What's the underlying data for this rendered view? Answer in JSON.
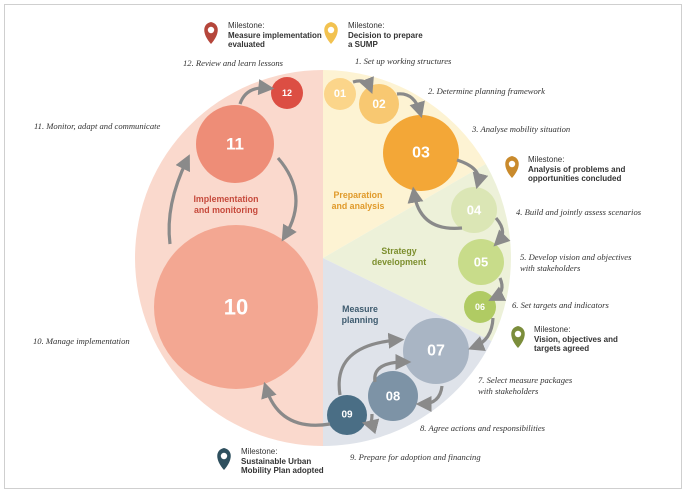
{
  "colors": {
    "prep_sector": "#fdf3d3",
    "strategy_sector": "#edf1d9",
    "measure_sector": "#dfe3ea",
    "impl_sector": "#fad9cd",
    "c01": "#fbd58a",
    "c02": "#f8c871",
    "c03": "#f3a737",
    "c04": "#dbe6b5",
    "c05": "#c8dc8a",
    "c06": "#b0cb63",
    "c07": "#a9b5c4",
    "c08": "#7d93a6",
    "c09": "#4a6e85",
    "c10": "#f3a792",
    "c11": "#ee8d77",
    "c12": "#dc4e43",
    "prep_text": "#e09a2a",
    "strategy_text": "#7d8f2e",
    "measure_text": "#3d5a6e",
    "impl_text": "#c64a3c",
    "pin_impl": "#b5463b",
    "pin_prep": "#f2c250",
    "pin_analysis": "#c98a2c",
    "pin_strategy": "#7b8d3b",
    "pin_measure": "#2e4f5e",
    "arrow": "#8a8a8a"
  },
  "phases": {
    "prep": "Preparation\nand analysis",
    "strategy": "Strategy\ndevelopment",
    "measure": "Measure\nplanning",
    "impl": "Implementation\nand monitoring"
  },
  "circles": {
    "c01": "01",
    "c02": "02",
    "c03": "03",
    "c04": "04",
    "c05": "05",
    "c06": "06",
    "c07": "07",
    "c08": "08",
    "c09": "09",
    "c10": "10",
    "c11": "11",
    "c12": "12"
  },
  "steps": {
    "s1": "1. Set up working structures",
    "s2": "2. Determine planning framework",
    "s3": "3. Analyse mobility situation",
    "s4": "4. Build and jointly assess scenarios",
    "s5": "5. Develop vision and objectives\nwith stakeholders",
    "s6": "6. Set targets and indicators",
    "s7": "7. Select measure packages\nwith stakeholders",
    "s8": "8. Agree actions and responsibilities",
    "s9": "9. Prepare for adoption and financing",
    "s10": "10. Manage implementation",
    "s11": "11. Monitor, adapt and communicate",
    "s12": "12. Review and learn lessons"
  },
  "milestones": {
    "m_impl": {
      "label": "Milestone:",
      "title": "Measure implementation\nevaluated"
    },
    "m_prep": {
      "label": "Milestone:",
      "title": "Decision to prepare\na SUMP"
    },
    "m_analysis": {
      "label": "Milestone:",
      "title": "Analysis of problems and\nopportunities concluded"
    },
    "m_strategy": {
      "label": "Milestone:",
      "title": "Vision, objectives and\ntargets agreed"
    },
    "m_measure": {
      "label": "Milestone:",
      "title": "Sustainable Urban\nMobility Plan adopted"
    }
  }
}
